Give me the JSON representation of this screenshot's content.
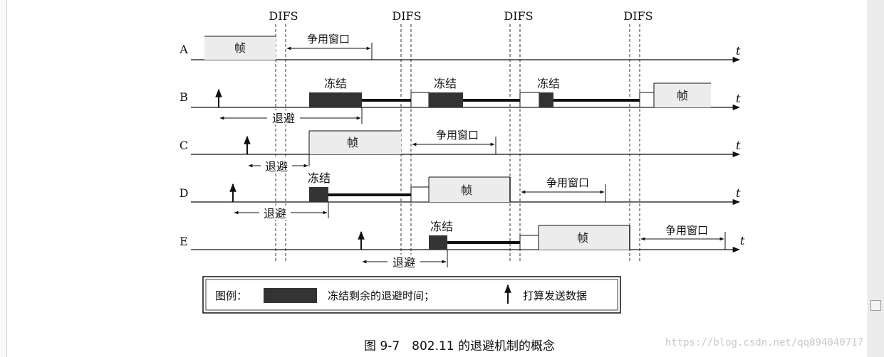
{
  "texts": {
    "difs": "DIFS",
    "frame": "帧",
    "contention": "争用窗口",
    "freeze": "冻结",
    "backoff": "退避",
    "time_axis": "t"
  },
  "stations": [
    "A",
    "B",
    "C",
    "D",
    "E"
  ],
  "legend": {
    "prefix": "图例：",
    "dark_box": "冻结剩余的退避时间；",
    "arrow": "打算发送数据"
  },
  "caption": "图 9-7　802.11 的退避机制的概念",
  "watermark": "https://blog.csdn.net/qq894040717",
  "colors": {
    "line": "#111111",
    "dark_box": "#333333",
    "frame_fill": "#ececec"
  }
}
